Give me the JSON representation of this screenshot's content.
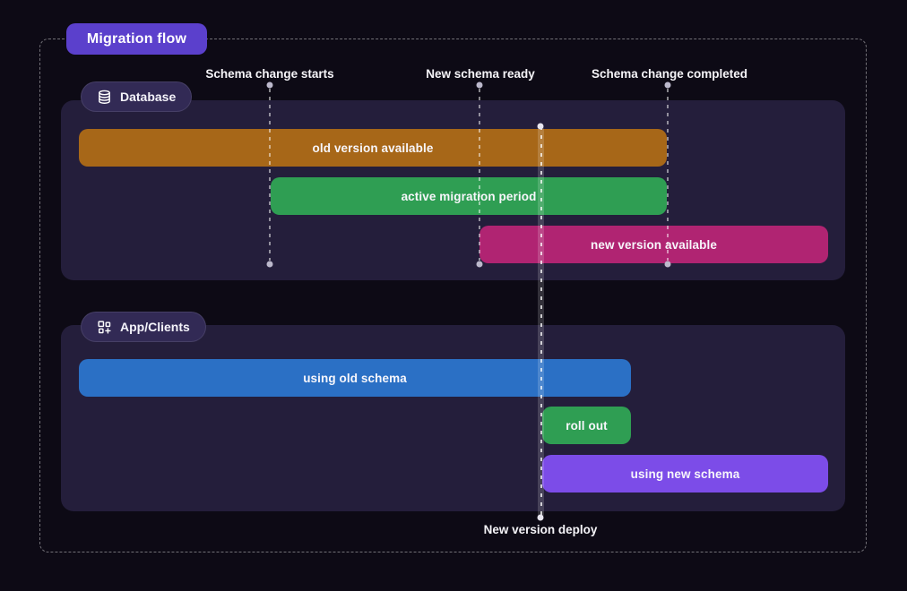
{
  "title": "Migration flow",
  "milestones": [
    {
      "label": "Schema change starts"
    },
    {
      "label": "New schema ready"
    },
    {
      "label": "Schema change completed"
    }
  ],
  "deploy": {
    "label": "New version deploy"
  },
  "sections": [
    {
      "label": "Database",
      "icon": "database-icon",
      "bars": [
        {
          "label": "old version available",
          "color": "#a76718"
        },
        {
          "label": "active migration period",
          "color": "#2f9e53"
        },
        {
          "label": "new version available",
          "color": "#b02472"
        }
      ]
    },
    {
      "label": "App/Clients",
      "icon": "apps-plus-icon",
      "bars": [
        {
          "label": "using old schema",
          "color": "#2b70c5"
        },
        {
          "label": "roll out",
          "color": "#2f9e53"
        },
        {
          "label": "using new schema",
          "color": "#7c4ce8"
        }
      ]
    }
  ],
  "colors": {
    "background": "#0d0a15",
    "panel": "#241e3b",
    "badge": "#5b40cc",
    "pill": "#322a55",
    "guide_line": "rgba(255,255,255,0.45)"
  }
}
